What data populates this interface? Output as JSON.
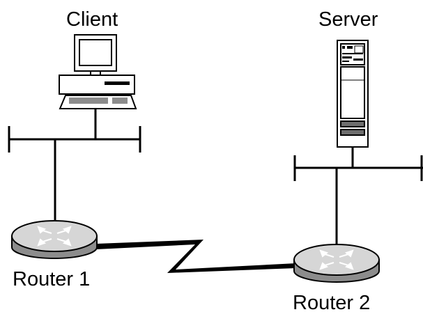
{
  "labels": {
    "client": "Client",
    "server": "Server",
    "router1": "Router 1",
    "router2": "Router 2"
  },
  "colors": {
    "line": "#000000",
    "device_fill": "#ffffff",
    "router_top": "#d6d6d6",
    "router_side": "#8c8c8c",
    "drive_slot": "#6e6e6e"
  },
  "icons": {
    "client": "desktop-computer-icon",
    "server": "tower-server-icon",
    "router1": "router-icon",
    "router2": "router-icon"
  }
}
